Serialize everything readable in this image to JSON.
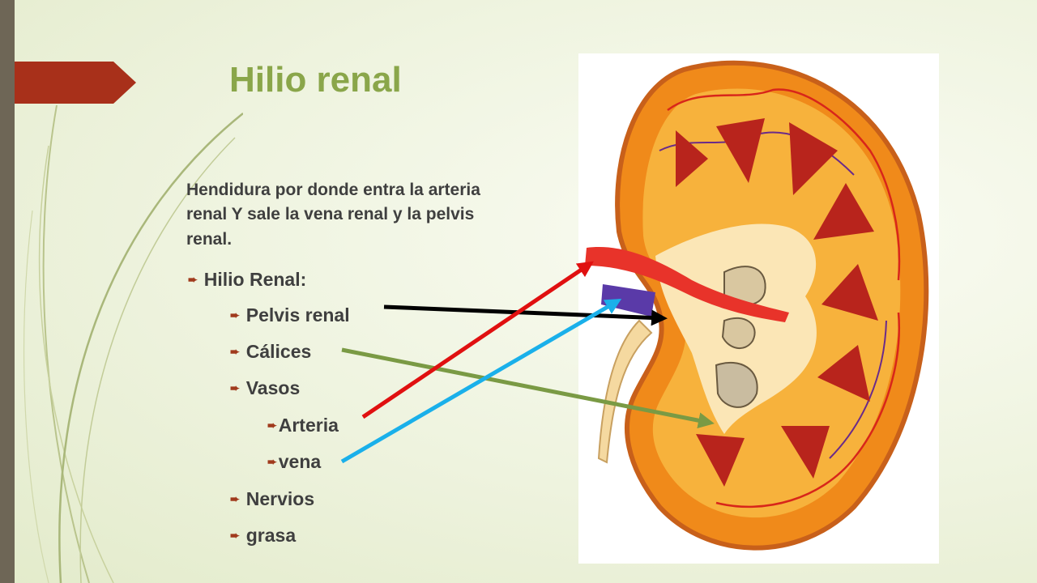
{
  "slide": {
    "title": "Hilio renal",
    "intro": "Hendidura por donde entra la arteria renal Y sale la vena renal  y la pelvis renal.",
    "bullets": [
      {
        "text": "Hilio Renal:",
        "level": 1
      },
      {
        "text": "Pelvis renal",
        "level": 2
      },
      {
        "text": "Cálices",
        "level": 2
      },
      {
        "text": "Vasos",
        "level": 2
      },
      {
        "text": "Arteria",
        "level": 3
      },
      {
        "text": "vena",
        "level": 3
      },
      {
        "text": "Nervios",
        "level": 2
      },
      {
        "text": "grasa",
        "level": 2
      }
    ],
    "bullet_glyph": "➨"
  },
  "colors": {
    "title": "#8aa64a",
    "accent_arrow": "#a8301a",
    "text": "#3f3f3f",
    "pointer_pelvis": "#000000",
    "pointer_calices": "#7a9a44",
    "pointer_arteria": "#e01010",
    "pointer_vena": "#1ab0ea"
  },
  "icons": {
    "title_marker": "arrow-tab-icon",
    "bullet": "arrow-bullet-icon"
  }
}
